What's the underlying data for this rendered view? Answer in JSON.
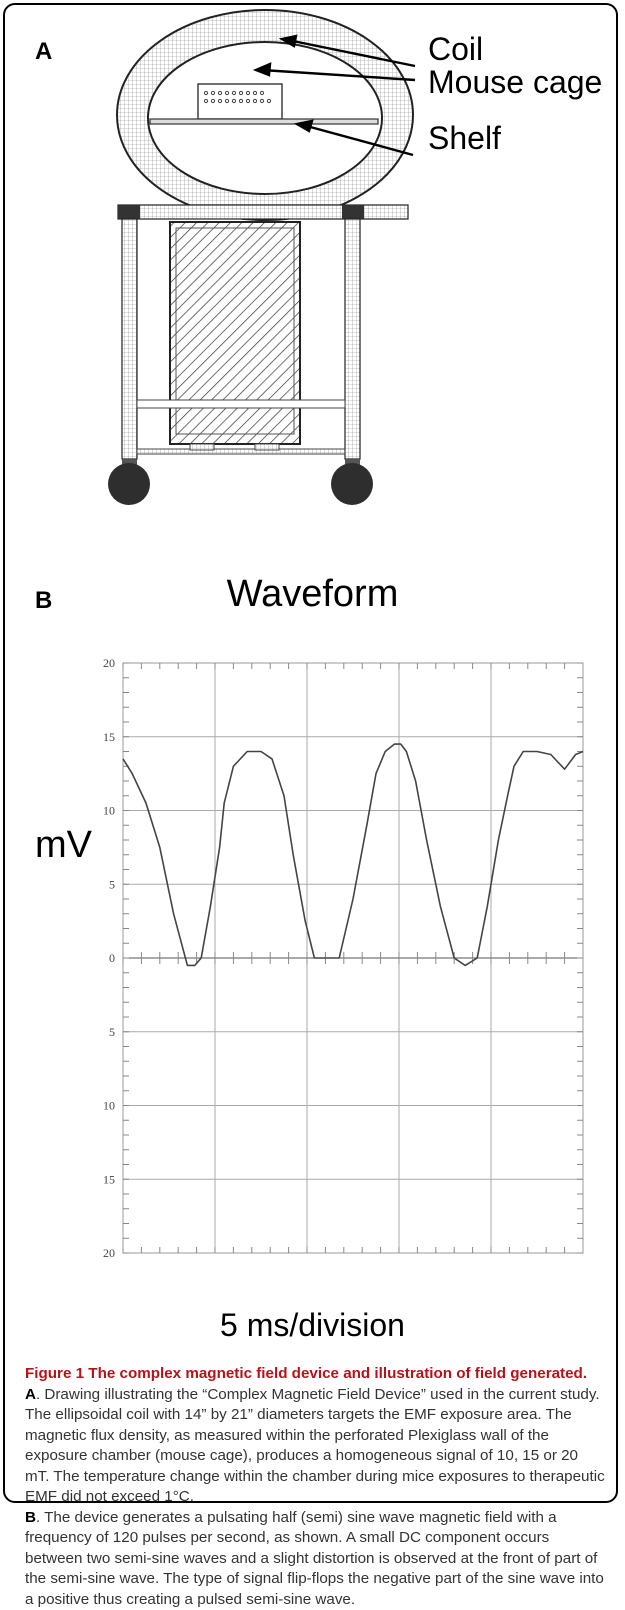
{
  "panel_a": {
    "letter": "A",
    "labels": {
      "coil": "Coil",
      "mouse_cage": "Mouse cage",
      "shelf": "Shelf"
    }
  },
  "panel_b": {
    "letter": "B"
  },
  "chart_data": {
    "type": "line",
    "title": "Waveform",
    "ylabel": "mV",
    "xlabel": "5 ms/division",
    "ylim": [
      -20,
      20
    ],
    "y_tick_labels": [
      "20",
      "15",
      "10",
      "5",
      "0",
      "5",
      "10",
      "15",
      "20"
    ],
    "y_tick_values": [
      20,
      15,
      10,
      5,
      0,
      -5,
      -10,
      -15,
      -20
    ],
    "x_divisions": 5,
    "grid": true,
    "series": [
      {
        "x": [
          0,
          0.1,
          0.25,
          0.4,
          0.55,
          0.7,
          0.78,
          0.85,
          0.95,
          1.05,
          1.1,
          1.2,
          1.35,
          1.5,
          1.62,
          1.75,
          1.85,
          1.98,
          2.08,
          2.2,
          2.35,
          2.5,
          2.65,
          2.75,
          2.85,
          2.95,
          3.02,
          3.08,
          3.18,
          3.3,
          3.45,
          3.6,
          3.72,
          3.85,
          3.96,
          4.08,
          4.18,
          4.25,
          4.35,
          4.5,
          4.65,
          4.8,
          4.92,
          5.0
        ],
        "y": [
          13.5,
          12.5,
          10.5,
          7.5,
          3.0,
          -0.5,
          -0.5,
          0.0,
          3.5,
          7.5,
          10.5,
          13.0,
          14.0,
          14.0,
          13.5,
          11.0,
          7.0,
          2.5,
          0.0,
          0.0,
          0.0,
          4.0,
          9.0,
          12.5,
          14.0,
          14.5,
          14.5,
          14.0,
          12.0,
          8.0,
          3.5,
          0.0,
          -0.5,
          0.0,
          3.5,
          8.0,
          11.0,
          13.0,
          14.0,
          14.0,
          13.8,
          12.8,
          13.8,
          14.0
        ]
      }
    ]
  },
  "caption": {
    "title": "Figure 1 The complex magnetic field device and illustration of field generated.",
    "a_ref": "A",
    "a_text": ". Drawing illustrating the “Complex Magnetic Field Device” used in the current study. The ellipsoidal coil with 14” by 21” diameters targets the EMF exposure area. The magnetic flux density, as measured within the perforated Plexiglass wall of the exposure chamber (mouse cage), produces a homogeneous signal of 10, 15 or 20 mT. The temperature change within the chamber during mice exposures to therapeutic EMF did not exceed 1°C.",
    "b_ref": "B",
    "b_text": ". The device generates a pulsating half (semi) sine wave magnetic field with a frequency of 120 pulses per second, as shown. A small DC component occurs between two semi-sine waves and a slight distortion is observed at the front of part of the semi-sine wave. The type of signal flip-flops the negative part of the sine wave into a positive thus creating a pulsed semi-sine wave."
  }
}
